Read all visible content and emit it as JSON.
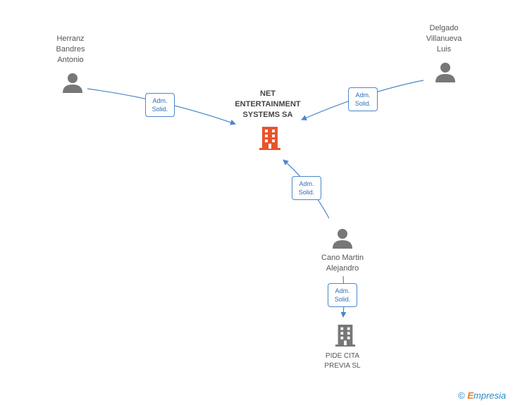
{
  "nodes": {
    "herranz": {
      "label_lines": [
        "Herranz",
        "Bandres",
        "Antonio"
      ]
    },
    "delgado": {
      "label_lines": [
        "Delgado",
        "Villanueva",
        "Luis"
      ]
    },
    "net": {
      "label_lines": [
        "NET",
        "ENTERTAINMENT",
        "SYSTEMS SA"
      ]
    },
    "cano": {
      "label_lines": [
        "Cano Martin",
        "Alejandro"
      ]
    },
    "pide": {
      "label_lines": [
        "PIDE CITA",
        "PREVIA SL"
      ]
    }
  },
  "edges": [
    {
      "from": "herranz",
      "to": "net",
      "label_lines": [
        "Adm.",
        "Solid."
      ]
    },
    {
      "from": "delgado",
      "to": "net",
      "label_lines": [
        "Adm.",
        "Solid."
      ]
    },
    {
      "from": "cano",
      "to": "net",
      "label_lines": [
        "Adm.",
        "Solid."
      ]
    },
    {
      "from": "cano",
      "to": "pide",
      "label_lines": [
        "Adm.",
        "Solid."
      ]
    }
  ],
  "footer": {
    "copyright_symbol": "©",
    "brand_initial": "E",
    "brand_rest": "mpresia"
  },
  "colors": {
    "edge": "#4a87c9",
    "person": "#777777",
    "company_main": "#e8542a",
    "company": "#777777"
  }
}
